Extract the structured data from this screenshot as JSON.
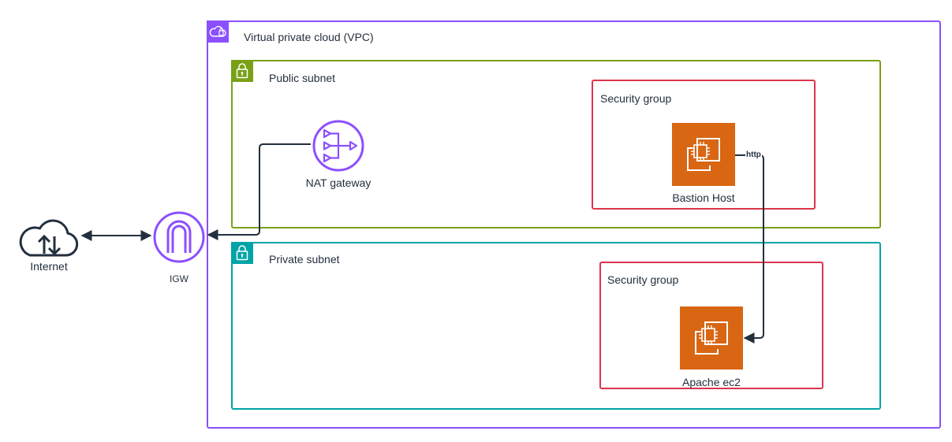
{
  "vpc": {
    "label": "Virtual private cloud (VPC)",
    "color": "#8c4fff"
  },
  "public_subnet": {
    "label": "Public subnet",
    "color": "#7aa116"
  },
  "private_subnet": {
    "label": "Private subnet",
    "color": "#00a4a6"
  },
  "security_groups": [
    {
      "label": "Security group",
      "color": "#dd344c"
    },
    {
      "label": "Security group",
      "color": "#dd344c"
    }
  ],
  "nodes": {
    "internet": {
      "label": "Internet",
      "icon": "cloud-icon"
    },
    "igw": {
      "label": "IGW",
      "icon": "internet-gateway-icon"
    },
    "nat": {
      "label": "NAT gateway",
      "icon": "nat-gateway-icon"
    },
    "bastion": {
      "label": "Bastion Host",
      "icon": "ec2-instance-icon"
    },
    "apache": {
      "label": "Apache ec2",
      "icon": "ec2-instance-icon"
    }
  },
  "edges": [
    {
      "from": "internet",
      "to": "igw",
      "label": ""
    },
    {
      "from": "nat",
      "to": "igw",
      "label": ""
    },
    {
      "from": "bastion",
      "to": "apache",
      "label": "http"
    }
  ],
  "colors": {
    "ec2": "#d86613",
    "network": "#8c4fff",
    "line": "#232f3e"
  }
}
